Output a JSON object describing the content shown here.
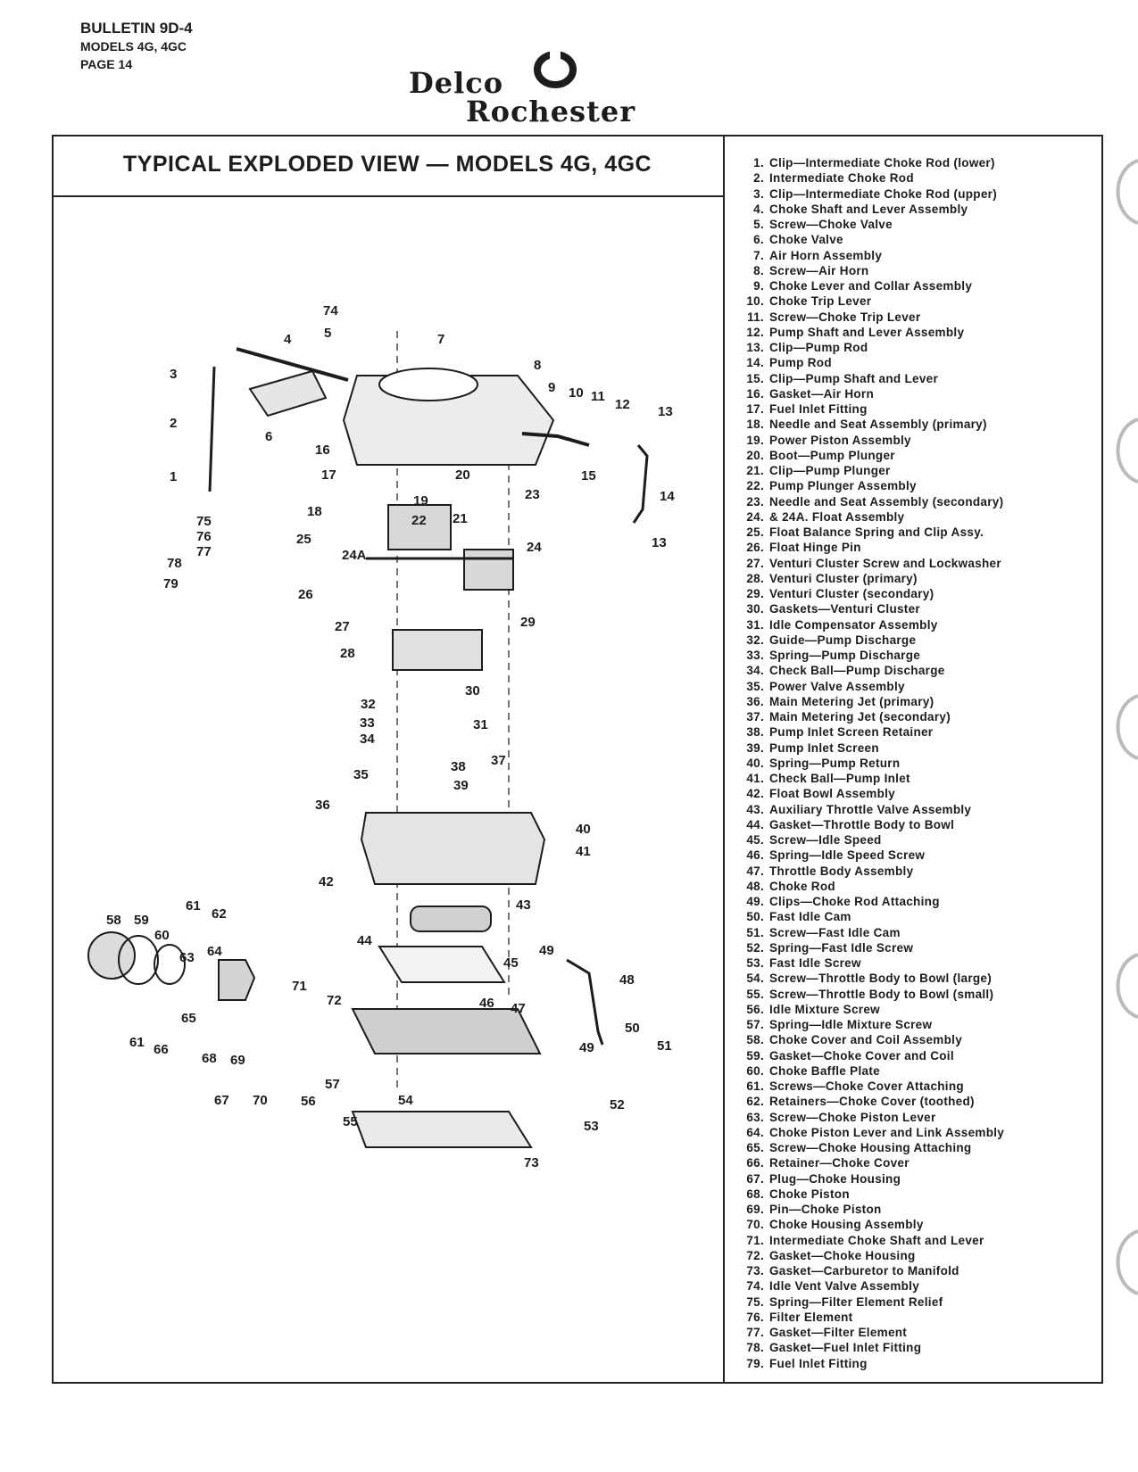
{
  "header": {
    "bulletin": "BULLETIN 9D-4",
    "models": "MODELS 4G, 4GC",
    "page": "PAGE 14"
  },
  "logo": {
    "word1": "Delco",
    "word2": "Rochester"
  },
  "title": "TYPICAL EXPLODED VIEW — MODELS 4G, 4GC",
  "parts": [
    {
      "num": "1.",
      "name": "Clip—Intermediate Choke Rod (lower)"
    },
    {
      "num": "2.",
      "name": "Intermediate Choke Rod"
    },
    {
      "num": "3.",
      "name": "Clip—Intermediate Choke Rod (upper)"
    },
    {
      "num": "4.",
      "name": "Choke Shaft and Lever Assembly"
    },
    {
      "num": "5.",
      "name": "Screw—Choke Valve"
    },
    {
      "num": "6.",
      "name": "Choke Valve"
    },
    {
      "num": "7.",
      "name": "Air Horn Assembly"
    },
    {
      "num": "8.",
      "name": "Screw—Air Horn"
    },
    {
      "num": "9.",
      "name": "Choke Lever and Collar Assembly"
    },
    {
      "num": "10.",
      "name": "Choke Trip Lever"
    },
    {
      "num": "11.",
      "name": "Screw—Choke Trip Lever"
    },
    {
      "num": "12.",
      "name": "Pump Shaft and Lever Assembly"
    },
    {
      "num": "13.",
      "name": "Clip—Pump Rod"
    },
    {
      "num": "14.",
      "name": "Pump Rod"
    },
    {
      "num": "15.",
      "name": "Clip—Pump Shaft and Lever"
    },
    {
      "num": "16.",
      "name": "Gasket—Air Horn"
    },
    {
      "num": "17.",
      "name": "Fuel Inlet Fitting"
    },
    {
      "num": "18.",
      "name": "Needle and Seat Assembly (primary)"
    },
    {
      "num": "19.",
      "name": "Power Piston Assembly"
    },
    {
      "num": "20.",
      "name": "Boot—Pump Plunger"
    },
    {
      "num": "21.",
      "name": "Clip—Pump Plunger"
    },
    {
      "num": "22.",
      "name": "Pump Plunger Assembly"
    },
    {
      "num": "23.",
      "name": "Needle and Seat Assembly (secondary)"
    },
    {
      "num": "24.",
      "name": "& 24A. Float Assembly"
    },
    {
      "num": "25.",
      "name": "Float Balance Spring and Clip Assy."
    },
    {
      "num": "26.",
      "name": "Float Hinge Pin"
    },
    {
      "num": "27.",
      "name": "Venturi Cluster Screw and Lockwasher"
    },
    {
      "num": "28.",
      "name": "Venturi Cluster (primary)"
    },
    {
      "num": "29.",
      "name": "Venturi Cluster (secondary)"
    },
    {
      "num": "30.",
      "name": "Gaskets—Venturi Cluster"
    },
    {
      "num": "31.",
      "name": "Idle Compensator Assembly"
    },
    {
      "num": "32.",
      "name": "Guide—Pump Discharge"
    },
    {
      "num": "33.",
      "name": "Spring—Pump Discharge"
    },
    {
      "num": "34.",
      "name": "Check Ball—Pump Discharge"
    },
    {
      "num": "35.",
      "name": "Power Valve Assembly"
    },
    {
      "num": "36.",
      "name": "Main Metering Jet (primary)"
    },
    {
      "num": "37.",
      "name": "Main Metering Jet (secondary)"
    },
    {
      "num": "38.",
      "name": "Pump Inlet Screen Retainer"
    },
    {
      "num": "39.",
      "name": "Pump Inlet Screen"
    },
    {
      "num": "40.",
      "name": "Spring—Pump Return"
    },
    {
      "num": "41.",
      "name": "Check Ball—Pump Inlet"
    },
    {
      "num": "42.",
      "name": "Float Bowl Assembly"
    },
    {
      "num": "43.",
      "name": "Auxiliary Throttle Valve Assembly"
    },
    {
      "num": "44.",
      "name": "Gasket—Throttle Body to Bowl"
    },
    {
      "num": "45.",
      "name": "Screw—Idle Speed"
    },
    {
      "num": "46.",
      "name": "Spring—Idle Speed Screw"
    },
    {
      "num": "47.",
      "name": "Throttle Body Assembly"
    },
    {
      "num": "48.",
      "name": "Choke Rod"
    },
    {
      "num": "49.",
      "name": "Clips—Choke Rod Attaching"
    },
    {
      "num": "50.",
      "name": "Fast Idle Cam"
    },
    {
      "num": "51.",
      "name": "Screw—Fast Idle Cam"
    },
    {
      "num": "52.",
      "name": "Spring—Fast Idle Screw"
    },
    {
      "num": "53.",
      "name": "Fast Idle Screw"
    },
    {
      "num": "54.",
      "name": "Screw—Throttle Body to Bowl (large)"
    },
    {
      "num": "55.",
      "name": "Screw—Throttle Body to Bowl (small)"
    },
    {
      "num": "56.",
      "name": "Idle Mixture Screw"
    },
    {
      "num": "57.",
      "name": "Spring—Idle Mixture Screw"
    },
    {
      "num": "58.",
      "name": "Choke Cover and Coil Assembly"
    },
    {
      "num": "59.",
      "name": "Gasket—Choke Cover and Coil"
    },
    {
      "num": "60.",
      "name": "Choke Baffle Plate"
    },
    {
      "num": "61.",
      "name": "Screws—Choke Cover Attaching"
    },
    {
      "num": "62.",
      "name": "Retainers—Choke Cover (toothed)"
    },
    {
      "num": "63.",
      "name": "Screw—Choke Piston Lever"
    },
    {
      "num": "64.",
      "name": "Choke Piston Lever and Link Assembly"
    },
    {
      "num": "65.",
      "name": "Screw—Choke Housing Attaching"
    },
    {
      "num": "66.",
      "name": "Retainer—Choke Cover"
    },
    {
      "num": "67.",
      "name": "Plug—Choke Housing"
    },
    {
      "num": "68.",
      "name": "Choke Piston"
    },
    {
      "num": "69.",
      "name": "Pin—Choke Piston"
    },
    {
      "num": "70.",
      "name": "Choke Housing Assembly"
    },
    {
      "num": "71.",
      "name": "Intermediate Choke Shaft and Lever"
    },
    {
      "num": "72.",
      "name": "Gasket—Choke Housing"
    },
    {
      "num": "73.",
      "name": "Gasket—Carburetor to Manifold"
    },
    {
      "num": "74.",
      "name": "Idle Vent Valve Assembly"
    },
    {
      "num": "75.",
      "name": "Spring—Filter Element Relief"
    },
    {
      "num": "76.",
      "name": "Filter Element"
    },
    {
      "num": "77.",
      "name": "Gasket—Filter Element"
    },
    {
      "num": "78.",
      "name": "Gasket—Fuel Inlet Fitting"
    },
    {
      "num": "79.",
      "name": "Fuel Inlet Fitting"
    }
  ],
  "callouts": [
    "1",
    "2",
    "3",
    "4",
    "5",
    "6",
    "7",
    "8",
    "9",
    "10",
    "11",
    "12",
    "13",
    "13",
    "14",
    "15",
    "16",
    "17",
    "18",
    "19",
    "20",
    "21",
    "22",
    "23",
    "24",
    "24A",
    "25",
    "26",
    "27",
    "28",
    "29",
    "30",
    "31",
    "32",
    "33",
    "34",
    "35",
    "36",
    "37",
    "38",
    "39",
    "40",
    "41",
    "42",
    "43",
    "44",
    "45",
    "46",
    "47",
    "48",
    "49",
    "49",
    "50",
    "51",
    "52",
    "53",
    "54",
    "55",
    "56",
    "57",
    "58",
    "59",
    "60",
    "61",
    "61",
    "62",
    "63",
    "64",
    "65",
    "66",
    "67",
    "68",
    "69",
    "70",
    "71",
    "72",
    "73",
    "74",
    "75",
    "76",
    "77",
    "78",
    "79"
  ]
}
